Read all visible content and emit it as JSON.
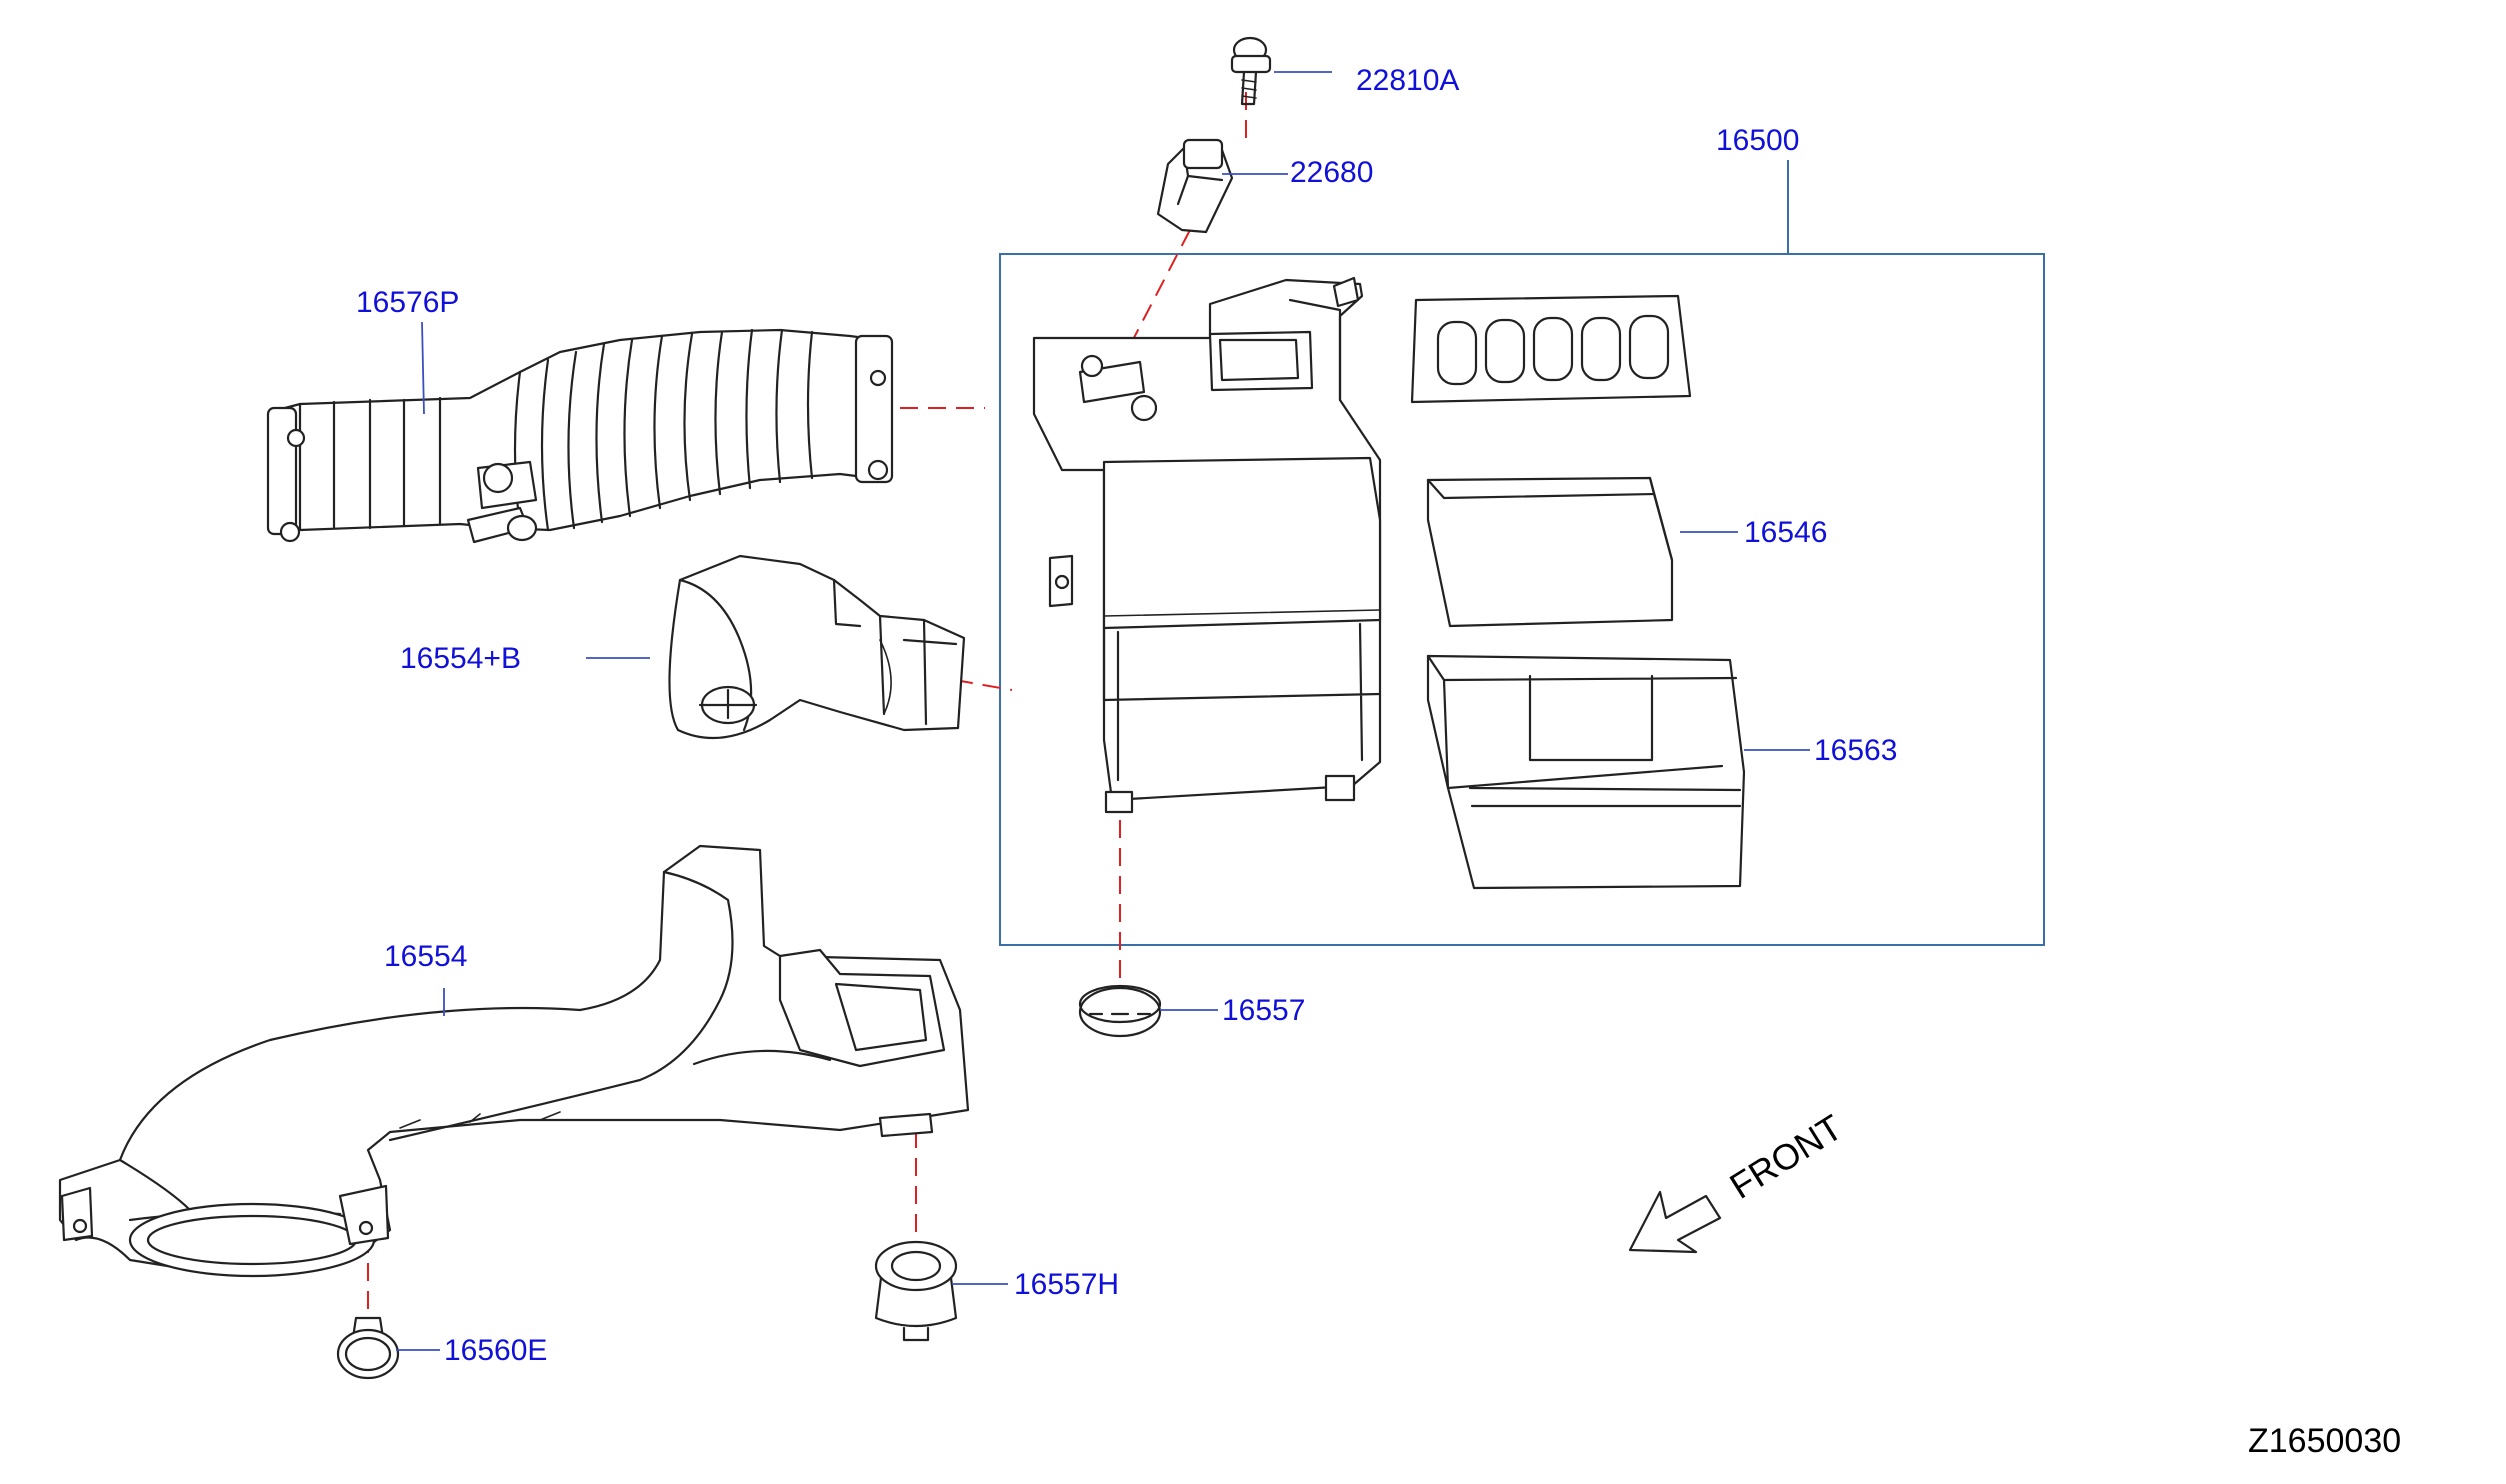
{
  "diagram_id": "Z1650030",
  "direction_label": "FRONT",
  "part_labels": {
    "bolt": "22810A",
    "sensor": "22680",
    "air_cleaner_assembly": "16500",
    "intake_hose": "16576P",
    "duct_upper": "16554+B",
    "filter_element": "16546",
    "cover": "16563",
    "duct_lower": "16554",
    "mount_rubber": "16557",
    "mount_rubber_h": "16557H",
    "clip": "16560E"
  },
  "colors": {
    "label_text": "#1010d8",
    "leader_line": "#3a4fc0",
    "dashed_alignment": "#e02020",
    "assembly_bracket": "#3a6fa8"
  }
}
